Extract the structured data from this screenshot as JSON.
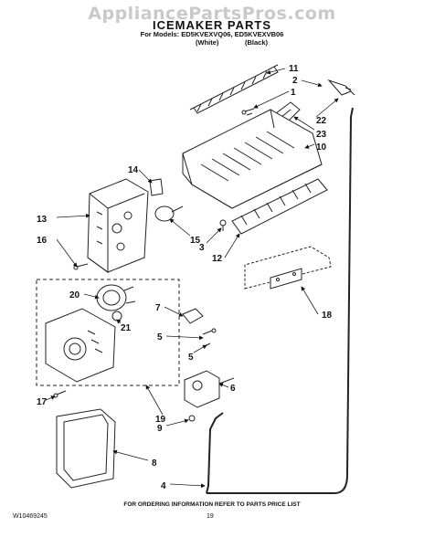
{
  "watermark": "AppliancePartsPros.com",
  "title": "ICEMAKER PARTS",
  "models_line": "For Models: ED5KVEXVQ06, ED5KVEXVB06",
  "color_white": "(White)",
  "color_black": "(Black)",
  "callouts": [
    "11",
    "2",
    "1",
    "22",
    "23",
    "10",
    "14",
    "13",
    "16",
    "15",
    "3",
    "12",
    "20",
    "21",
    "18",
    "7",
    "5",
    "5",
    "6",
    "17",
    "19",
    "9",
    "8",
    "4"
  ],
  "footer_note": "FOR ORDERING INFORMATION REFER TO PARTS PRICE LIST",
  "doc_number": "W10469245",
  "page_number": "19"
}
